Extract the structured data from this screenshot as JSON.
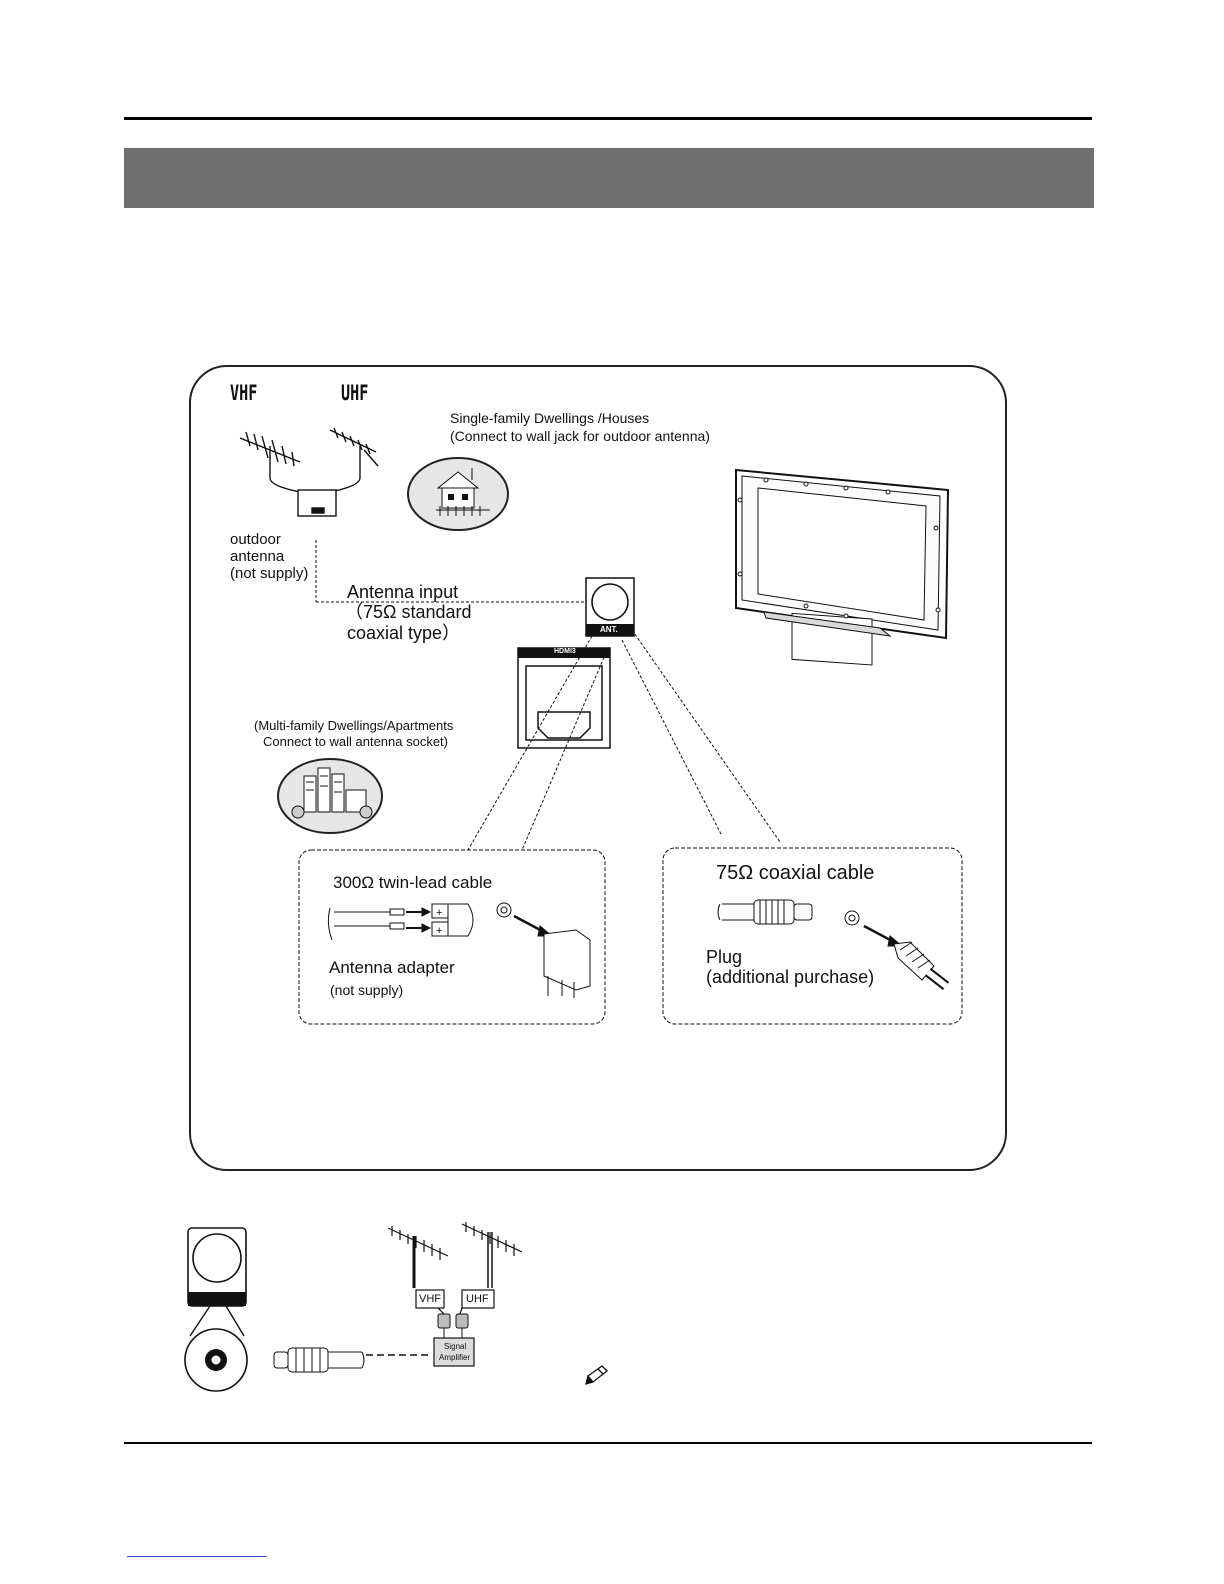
{
  "diagram": {
    "band_labels": {
      "vhf": "VHF",
      "uhf": "UHF"
    },
    "single_family": {
      "line1": "Single-family Dwellings /Houses",
      "line2": "(Connect to wall jack for outdoor antenna)"
    },
    "outdoor_antenna": {
      "line1": "outdoor",
      "line2": "antenna",
      "line3": "(not supply)"
    },
    "antenna_input": {
      "line1": "Antenna input",
      "line2": "（75Ω standard",
      "line3": "coaxial type）"
    },
    "ant_jack_label": "ANT.",
    "hdmi_label": "HDMI3",
    "multi_family": {
      "line1": "(Multi-family Dwellings/Apartments",
      "line2": "Connect to wall antenna socket)"
    },
    "twin_lead": {
      "title": "300Ω twin-lead cable",
      "adapter": "Antenna adapter",
      "adapter_note": "(not supply)"
    },
    "coaxial": {
      "title": "75Ω coaxial cable",
      "plug": "Plug",
      "plug_note": "(additional purchase)"
    }
  },
  "amplifier_diagram": {
    "vhf": "VHF",
    "uhf": "UHF",
    "amplifier_line1": "Signal",
    "amplifier_line2": "Amplifier"
  },
  "icons": [
    "house-icon",
    "apartment-icon",
    "pencil-note-icon",
    "tv-rear-icon"
  ]
}
